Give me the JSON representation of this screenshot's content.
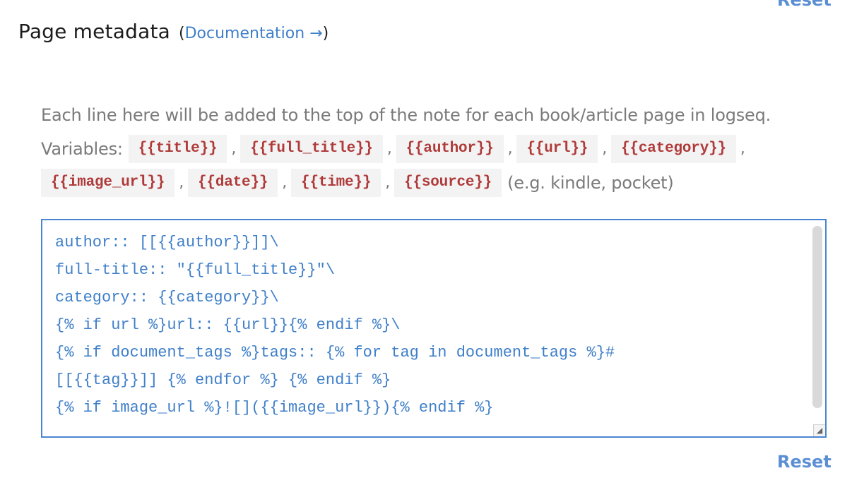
{
  "top_reset_label": "Reset",
  "section": {
    "title": "Page metadata",
    "paren_open": "(",
    "doc_link": "Documentation →",
    "paren_close": ")"
  },
  "description": {
    "line1": "Each line here will be added to the top of the note for each book/article page in logseq.",
    "variables_label": "Variables:",
    "variables": [
      "{{title}}",
      "{{full_title}}",
      "{{author}}",
      "{{url}}",
      "{{category}}",
      "{{image_url}}",
      "{{date}}",
      "{{time}}",
      "{{source}}"
    ],
    "separator": ",",
    "note": "(e.g. kindle, pocket)"
  },
  "editor": {
    "value": "author:: [[{{author}}]]\\\nfull-title:: \"{{full_title}}\"\\\ncategory:: {{category}}\\\n{% if url %}url:: {{url}}{% endif %}\\\n{% if document_tags %}tags:: {% for tag in document_tags %}#\n[[{{tag}}]] {% endfor %} {% endif %}\n{% if image_url %}![]({{image_url}}){% endif %}"
  },
  "bottom_reset_label": "Reset",
  "colors": {
    "link": "#3f7fc9",
    "reset": "#5b8fd4",
    "code_text": "#b03a3a",
    "code_bg": "#f3f3f3",
    "editor_border": "#4a86d0"
  },
  "icons": {
    "resize": "resize-handle-icon"
  }
}
